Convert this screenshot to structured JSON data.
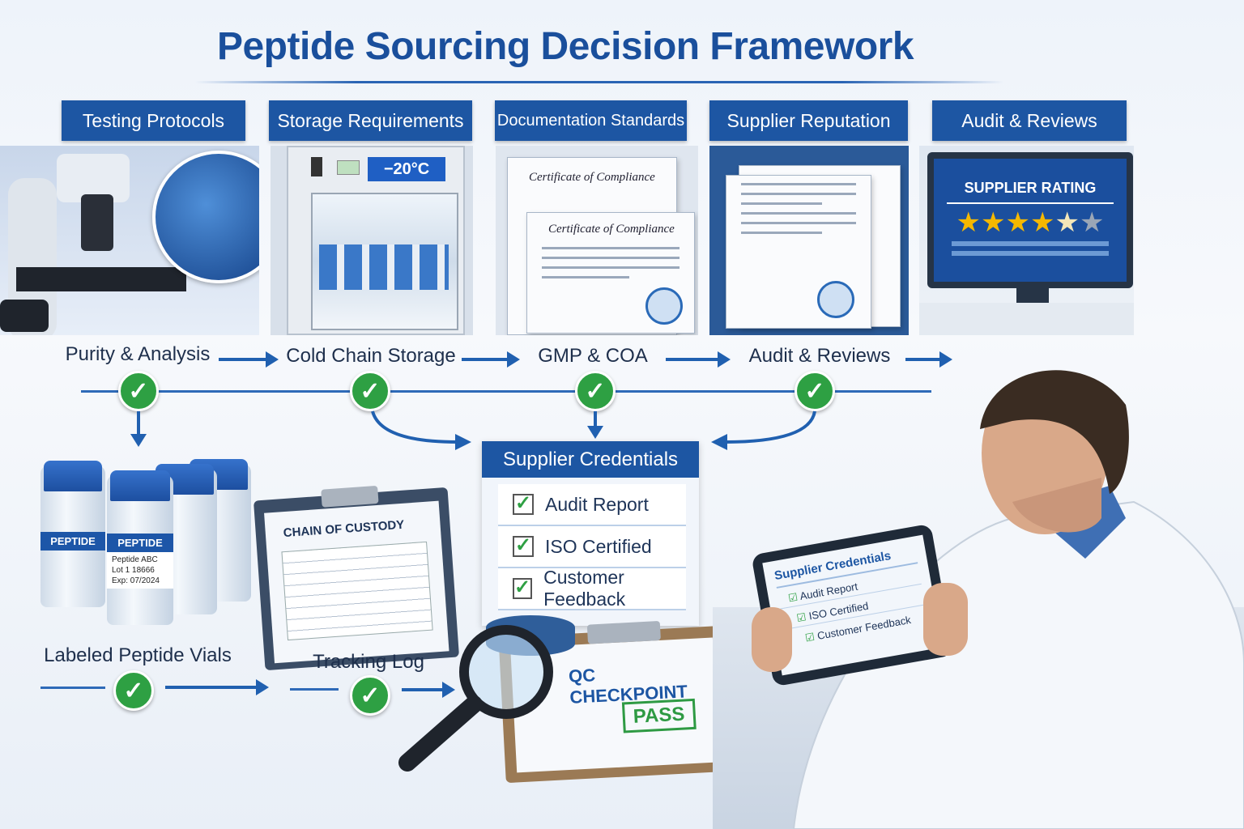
{
  "title": "Peptide Sourcing Decision Framework",
  "categories": [
    {
      "header": "Testing Protocols",
      "step": "Purity & Analysis"
    },
    {
      "header": "Storage Requirements",
      "step": "Cold Chain Storage",
      "display_temp": "−20°C"
    },
    {
      "header": "Documentation Standards",
      "step": "GMP & COA",
      "certificates": [
        "Certificate of Compliance",
        "Certificate of Compliance"
      ]
    },
    {
      "header": "Supplier Reputation",
      "step": "Audit & Reviews"
    },
    {
      "header": "Audit & Reviews",
      "rating_title": "SUPPLIER RATING",
      "rating": {
        "full": 4,
        "partial": 1,
        "empty": 1,
        "max": 6
      }
    }
  ],
  "supplier_credentials": {
    "title": "Supplier Credentials",
    "items": [
      "Audit Report",
      "ISO Certified",
      "Customer Feedback"
    ]
  },
  "vials": {
    "band": "PEPTIDE",
    "lines": [
      "Peptide ABC",
      "Lot 1 18666",
      "Exp: 07/2024"
    ],
    "label": "Labeled Peptide Vials"
  },
  "custody": {
    "title": "CHAIN OF CUSTODY",
    "label": "Tracking Log"
  },
  "qc": {
    "title": "QC CHECKPOINT",
    "stamp": "PASS"
  },
  "tablet": {
    "title": "Supplier Credentials",
    "items": [
      "Audit Report",
      "ISO Certified",
      "Customer Feedback"
    ]
  },
  "colors": {
    "primary": "#1d56a3",
    "check": "#2ea043",
    "star": "#f5b800"
  }
}
